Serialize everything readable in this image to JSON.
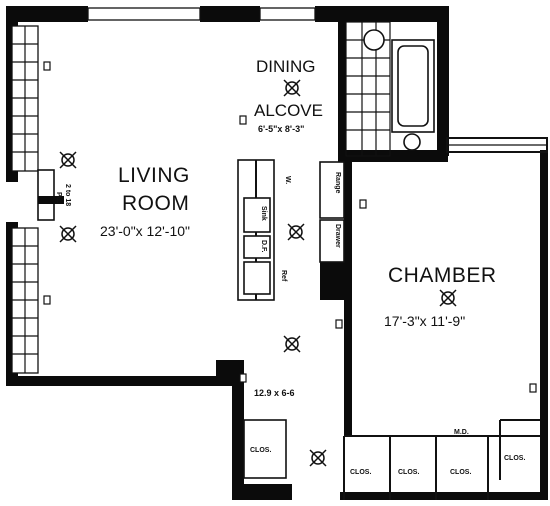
{
  "rooms": {
    "living": {
      "name_line1": "LIVING",
      "name_line2": "ROOM",
      "dims": "23'-0\"x 12'-10\""
    },
    "dining": {
      "name_line1": "DINING",
      "name_line2": "ALCOVE",
      "dims": "6'-5\"x 8'-3\""
    },
    "chamber": {
      "name": "CHAMBER",
      "dims": "17'-3\"x 11'-9\""
    },
    "foyer": {
      "dims": "12.9 x 6-6"
    }
  },
  "labels": {
    "ac_unit_line1": "2 to 18",
    "ac_unit_line2": "Pu.",
    "range": "Range",
    "drawer": "Drawer",
    "sink": "Sink",
    "wall_cab": "W.",
    "oven": "D.F.",
    "ref": "Ref",
    "clos": "CLOS.",
    "md": "M.D."
  }
}
